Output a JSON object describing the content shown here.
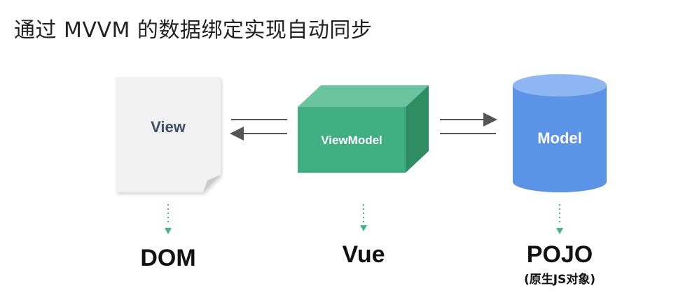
{
  "title": "通过 MVVM 的数据绑定实现自动同步",
  "nodes": {
    "view": {
      "label": "View",
      "caption": "DOM"
    },
    "viewmodel": {
      "label": "ViewModel",
      "caption": "Vue"
    },
    "model": {
      "label": "Model",
      "caption": "POJO",
      "subcaption": "(原生JS对象)"
    }
  },
  "colors": {
    "view_fill": "#f1f1f1",
    "view_text": "#3d4f66",
    "viewmodel_front": "#3fae80",
    "viewmodel_top": "#6cc39f",
    "viewmodel_side": "#2f8d63",
    "model_body": "#5b93e7",
    "model_top": "#8db6f2",
    "arrow_gray": "#555555",
    "dotted_green": "#41b883"
  }
}
